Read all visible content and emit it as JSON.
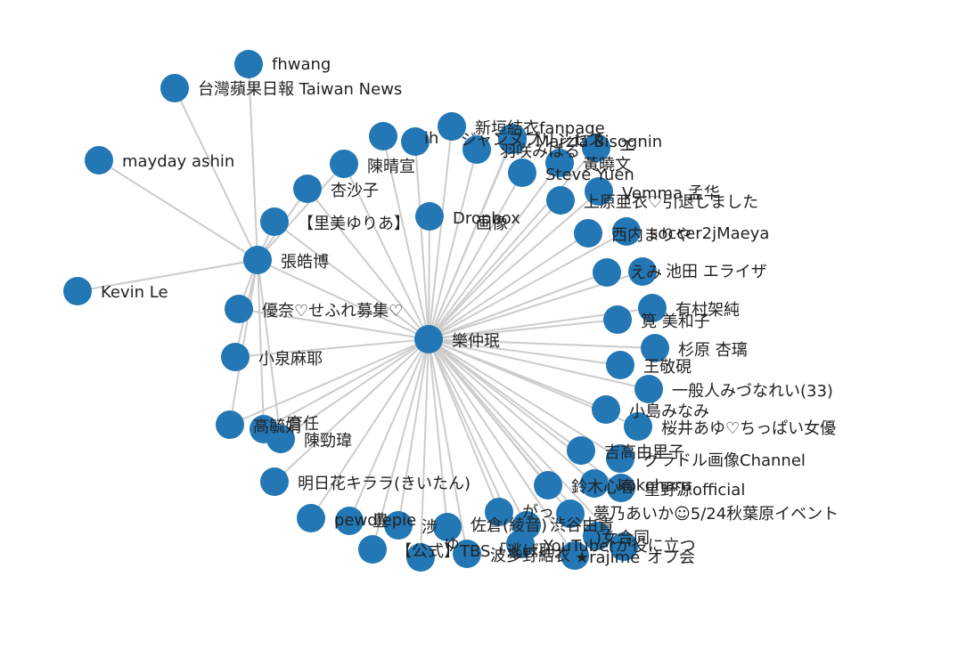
{
  "graph": {
    "node_color": "#2377b4",
    "edge_color": "#cccccc",
    "background": "#ffffff",
    "nodes": [
      {
        "id": "樂仲珉",
        "label": "樂仲珉"
      },
      {
        "id": "張皓博",
        "label": "張皓博"
      },
      {
        "id": "fhwang",
        "label": "fhwang"
      },
      {
        "id": "台灣蘋果日報 Taiwan News",
        "label": "台灣蘋果日報 Taiwan News"
      },
      {
        "id": "mayday ashin",
        "label": "mayday ashin"
      },
      {
        "id": "Kevin Le",
        "label": "Kevin Le"
      },
      {
        "id": "陳晴宣",
        "label": "陳晴宣"
      },
      {
        "id": "杏沙子",
        "label": "杏沙子"
      },
      {
        "id": "【里美ゆりあ】",
        "label": "【里美ゆりあ】"
      },
      {
        "id": "優奈♡せふれ募集♡",
        "label": "優奈♡せふれ募集♡"
      },
      {
        "id": "小泉麻耶",
        "label": "小泉麻耶"
      },
      {
        "id": "高毓娟",
        "label": "高毓娟"
      },
      {
        "id": "育任",
        "label": "育任"
      },
      {
        "id": "陳勁瑋",
        "label": "陳勁瑋"
      },
      {
        "id": "明日花キララ(きいたん)",
        "label": "明日花キララ(きいたん)"
      },
      {
        "id": "pewdiepie",
        "label": "pewdiepie"
      },
      {
        "id": "豊",
        "label": "豊"
      },
      {
        "id": "【公式】TBS「逃げ恥」",
        "label": "【公式】TBS「逃げ恥」"
      },
      {
        "id": "涉",
        "label": "涉"
      },
      {
        "id": "ゆ",
        "label": "ゆ"
      },
      {
        "id": "佐倉(綾音)",
        "label": "佐倉(綾音)"
      },
      {
        "id": "波多野結衣",
        "label": "波多野結衣"
      },
      {
        "id": "がっ",
        "label": "がっ"
      },
      {
        "id": "渋谷由貴",
        "label": "渋谷由貴"
      },
      {
        "id": "YouTuberが役に立つ",
        "label": "YouTuberが役に立つ"
      },
      {
        "id": "★rajime",
        "label": "★rajime"
      },
      {
        "id": ")女合同",
        "label": ")女合同"
      },
      {
        "id": "夢乃あいか☺5/24秋葉原イベント",
        "label": "夢乃あいか☺5/24秋葉原イベント"
      },
      {
        "id": "オフ会",
        "label": "オフ会"
      },
      {
        "id": "鈴木心春",
        "label": "鈴木心春"
      },
      {
        "id": "kokoharu",
        "label": "kokoharu"
      },
      {
        "id": "星野源official",
        "label": "星野源official"
      },
      {
        "id": "グラドル画像Channel",
        "label": "グラドル画像Channel"
      },
      {
        "id": "吉高由里子",
        "label": "吉高由里子"
      },
      {
        "id": "桜井あゆ♡ちっぱい女優",
        "label": "桜井あゆ♡ちっぱい女優"
      },
      {
        "id": "小島みなみ",
        "label": "小島みなみ"
      },
      {
        "id": "一般人みづなれい(33)",
        "label": "一般人みづなれい(33)"
      },
      {
        "id": "王敬硯",
        "label": "王敬硯"
      },
      {
        "id": "杉原 杏璃",
        "label": "杉原 杏璃"
      },
      {
        "id": "筧 美和子",
        "label": "筧 美和子"
      },
      {
        "id": "有村架純",
        "label": "有村架純"
      },
      {
        "id": "池田 エライザ",
        "label": "池田 エライザ"
      },
      {
        "id": "えみ",
        "label": "えみ"
      },
      {
        "id": "西内まりや",
        "label": "西内まりや"
      },
      {
        "id": "soccer2jMaeya",
        "label": "soccer2jMaeya"
      },
      {
        "id": "上原亜衣♡引退しました",
        "label": "上原亜衣♡引退しました"
      },
      {
        "id": "Vemma 孟华",
        "label": "Vemma 孟华"
      },
      {
        "id": "Steve Yuen",
        "label": "Steve Yuen"
      },
      {
        "id": "黃曉文",
        "label": "黃曉文"
      },
      {
        "id": "エ",
        "label": "エ"
      },
      {
        "id": "Marzia Bisognin",
        "label": "Marzia Bisognin"
      },
      {
        "id": "新垣結衣fanpage",
        "label": "新垣結衣fanpage"
      },
      {
        "id": "羽咲みはる",
        "label": "羽咲みはる"
      },
      {
        "id": "ジャンヌプリンセス",
        "label": "ジャンヌプリンセス"
      },
      {
        "id": "ih",
        "label": "ih"
      },
      {
        "id": "Dropbox",
        "label": "Dropbox"
      },
      {
        "id": "画像",
        "label": "画像"
      }
    ],
    "edges": [
      [
        "樂仲珉",
        "張皓博"
      ],
      [
        "張皓博",
        "fhwang"
      ],
      [
        "張皓博",
        "台灣蘋果日報 Taiwan News"
      ],
      [
        "張皓博",
        "mayday ashin"
      ],
      [
        "張皓博",
        "Kevin Le"
      ],
      [
        "張皓博",
        "陳晴宣"
      ],
      [
        "張皓博",
        "杏沙子"
      ],
      [
        "張皓博",
        "【里美ゆりあ】"
      ],
      [
        "張皓博",
        "優奈♡せふれ募集♡"
      ],
      [
        "張皓博",
        "小泉麻耶"
      ],
      [
        "張皓博",
        "高毓娟"
      ],
      [
        "張皓博",
        "育任"
      ],
      [
        "張皓博",
        "陳勁瑋"
      ],
      [
        "樂仲珉",
        "陳晴宣"
      ],
      [
        "樂仲珉",
        "杏沙子"
      ],
      [
        "樂仲珉",
        "【里美ゆりあ】"
      ],
      [
        "樂仲珉",
        "優奈♡せふれ募集♡"
      ],
      [
        "樂仲珉",
        "小泉麻耶"
      ],
      [
        "樂仲珉",
        "高毓娟"
      ],
      [
        "樂仲珉",
        "育任"
      ],
      [
        "樂仲珉",
        "陳勁瑋"
      ],
      [
        "樂仲珉",
        "明日花キララ(きいたん)"
      ],
      [
        "樂仲珉",
        "pewdiepie"
      ],
      [
        "樂仲珉",
        "豊"
      ],
      [
        "樂仲珉",
        "【公式】TBS「逃げ恥」"
      ],
      [
        "樂仲珉",
        "涉"
      ],
      [
        "樂仲珉",
        "ゆ"
      ],
      [
        "樂仲珉",
        "佐倉(綾音)"
      ],
      [
        "樂仲珉",
        "波多野結衣"
      ],
      [
        "樂仲珉",
        "がっ"
      ],
      [
        "樂仲珉",
        "渋谷由貴"
      ],
      [
        "樂仲珉",
        "YouTuberが役に立つ"
      ],
      [
        "樂仲珉",
        "★rajime"
      ],
      [
        "樂仲珉",
        ")女合同"
      ],
      [
        "樂仲珉",
        "夢乃あいか☺5/24秋葉原イベント"
      ],
      [
        "樂仲珉",
        "オフ会"
      ],
      [
        "樂仲珉",
        "鈴木心春"
      ],
      [
        "樂仲珉",
        "kokoharu"
      ],
      [
        "樂仲珉",
        "星野源official"
      ],
      [
        "樂仲珉",
        "グラドル画像Channel"
      ],
      [
        "樂仲珉",
        "吉高由里子"
      ],
      [
        "樂仲珉",
        "桜井あゆ♡ちっぱい女優"
      ],
      [
        "樂仲珉",
        "小島みなみ"
      ],
      [
        "樂仲珉",
        "一般人みづなれい(33)"
      ],
      [
        "樂仲珉",
        "王敬硯"
      ],
      [
        "樂仲珉",
        "杉原 杏璃"
      ],
      [
        "樂仲珉",
        "筧 美和子"
      ],
      [
        "樂仲珉",
        "有村架純"
      ],
      [
        "樂仲珉",
        "池田 エライザ"
      ],
      [
        "樂仲珉",
        "えみ"
      ],
      [
        "樂仲珉",
        "西内まりや"
      ],
      [
        "樂仲珉",
        "soccer2jMaeya"
      ],
      [
        "樂仲珉",
        "上原亜衣♡引退しました"
      ],
      [
        "樂仲珉",
        "Vemma 孟华"
      ],
      [
        "樂仲珉",
        "Steve Yuen"
      ],
      [
        "樂仲珉",
        "黃曉文"
      ],
      [
        "樂仲珉",
        "エ"
      ],
      [
        "樂仲珉",
        "Marzia Bisognin"
      ],
      [
        "樂仲珉",
        "新垣結衣fanpage"
      ],
      [
        "樂仲珉",
        "羽咲みはる"
      ],
      [
        "樂仲珉",
        "ジャンヌプリンセス"
      ],
      [
        "樂仲珉",
        "ih"
      ],
      [
        "樂仲珉",
        "Dropbox"
      ],
      [
        "樂仲珉",
        "画像"
      ]
    ]
  }
}
